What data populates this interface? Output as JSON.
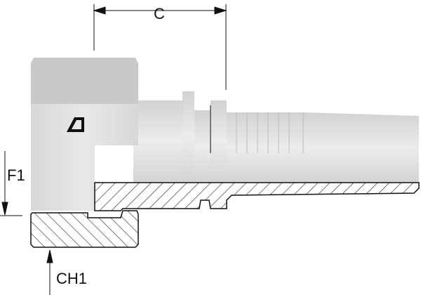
{
  "drawing": {
    "dimension_labels": {
      "c": "C",
      "f1": "F1",
      "ch1": "CH1"
    },
    "colors": {
      "metal_light": "#e4e4e4",
      "metal_dark": "#c6c6c6",
      "hatch": "#222222",
      "line": "#111111"
    }
  }
}
